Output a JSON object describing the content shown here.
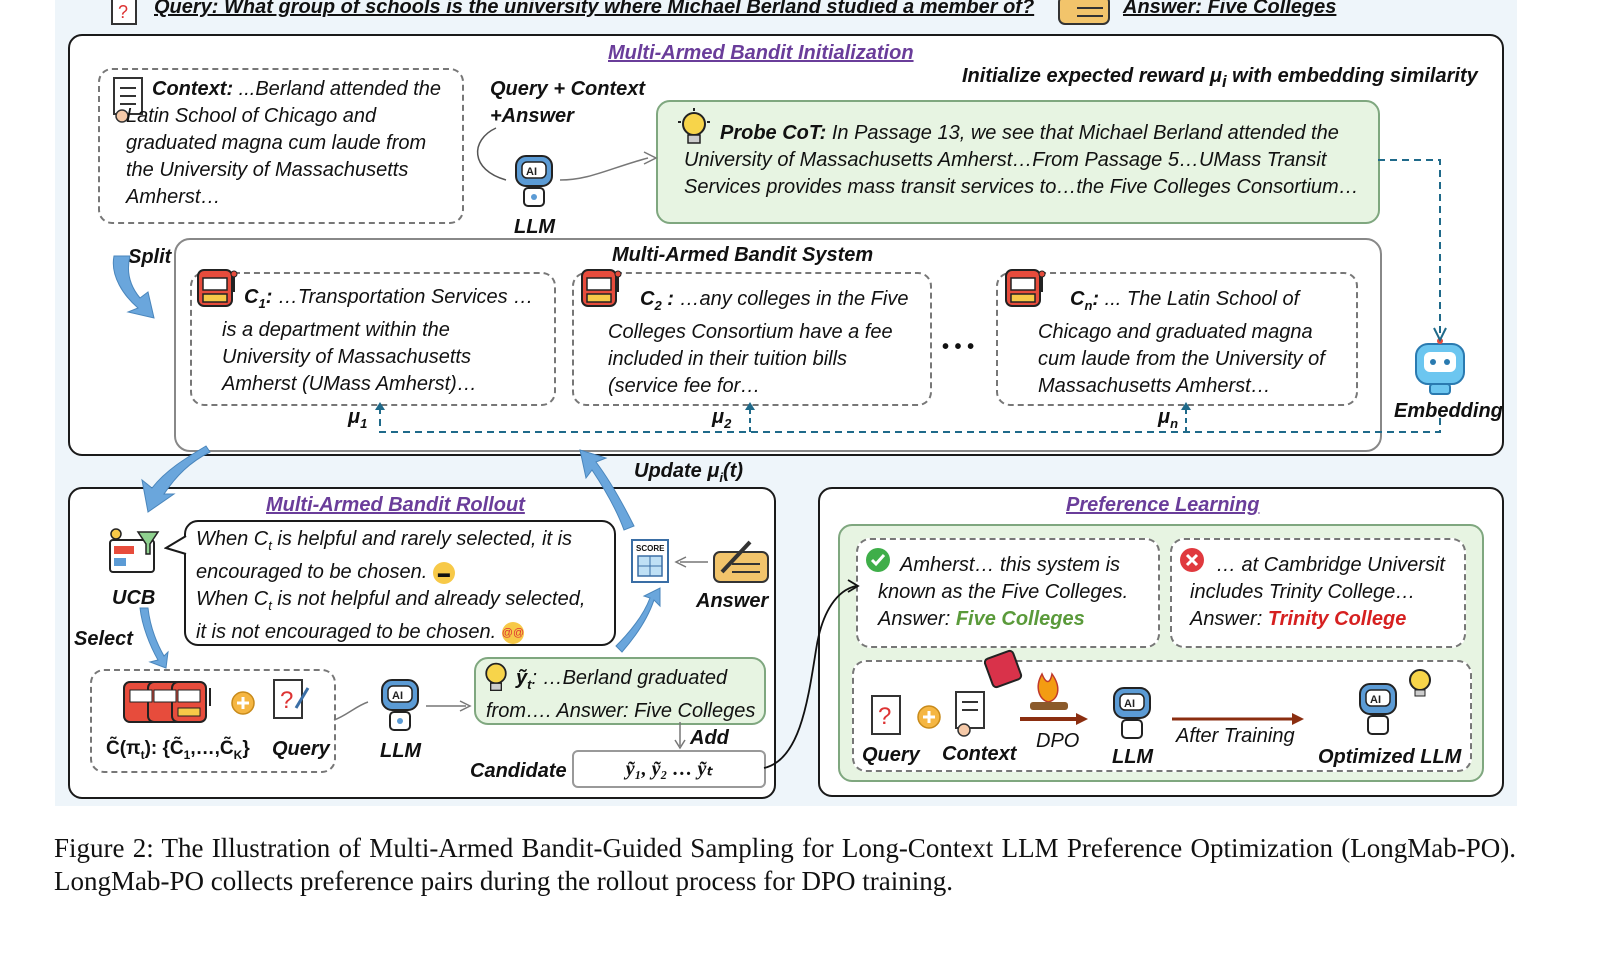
{
  "header": {
    "query_text": "Query: What group of schools is the university where Michael Berland studied a member of?",
    "answer_text": "Answer:  Five Colleges"
  },
  "init": {
    "title": "Multi-Armed Bandit Initialization",
    "context_label": "Context:",
    "context_text": " ...Berland attended the Latin School of Chicago and graduated magna cum laude from the University of Massachusetts Amherst…",
    "query_context_answer": "Query + Context +Answer",
    "llm_label": "LLM",
    "init_reward_text": "Initialize expected reward μ",
    "init_reward_sub": "i",
    "init_reward_rest": " with embedding similarity",
    "probe_label": "Probe CoT:",
    "probe_text": "  In Passage 13, we see that Michael Berland attended the University of Massachusetts Amherst…From Passage 5…UMass Transit Services provides mass transit services to…the Five Colleges Consortium…",
    "split_label": "Split",
    "embedding_label": "Embedding"
  },
  "bandit": {
    "title": "Multi-Armed Bandit System",
    "arms": [
      {
        "label": "C",
        "sub": "1",
        "text": " …Transportation Services … is a department within the University of Massachusetts Amherst (UMass Amherst)…",
        "mu": "μ",
        "mu_sub": "1"
      },
      {
        "label": "C",
        "sub": "2",
        "text": " …any colleges in the Five Colleges Consortium have a fee included in their tuition bills (service fee for…",
        "mu": "μ",
        "mu_sub": "2"
      },
      {
        "label": "C",
        "sub": "n",
        "text": " ... The Latin School of Chicago and graduated magna cum laude from the University of Massachusetts Amherst…",
        "mu": "μ",
        "mu_sub": "n"
      }
    ],
    "ellipsis": "• • •"
  },
  "rollout": {
    "title": "Multi-Armed Bandit Rollout",
    "update_label": "Update μ",
    "update_sub": "i",
    "update_rest": "(t)",
    "ucb_label": "UCB",
    "select_label": "Select",
    "ucb_line1a": "When C",
    "ucb_line1sub": "t",
    "ucb_line1b": " is helpful and rarely selected, it is",
    "ucb_line2": "encouraged to be chosen.",
    "ucb_line3a": "When C",
    "ucb_line3sub": "t",
    "ucb_line3b": " is not helpful and already selected,",
    "ucb_line4": "it is not encouraged to be chosen.",
    "arms_set": "C̃(π",
    "arms_set_sub": "t",
    "arms_set_rest": "): {C̃",
    "arms_set_1": "1",
    "arms_set_mid": ",…,C̃",
    "arms_set_k": "K",
    "arms_set_end": "}",
    "query_label": "Query",
    "llm_label": "LLM",
    "yt_label": "ỹ",
    "yt_sub": "t",
    "yt_text": ": …Berland graduated from…. Answer: Five Colleges",
    "answer_label": "Answer",
    "add_label": "Add",
    "candidate_label": "Candidate",
    "candidate_set": "ỹ₁, ỹ₂ … ỹₜ",
    "score_label": "SCORE"
  },
  "pref": {
    "title": "Preference Learning",
    "chosen_text": "Amherst… this system is known as the Five Colleges.",
    "chosen_answer_label": "Answer: ",
    "chosen_answer": "Five Colleges",
    "rejected_text": "… at Cambridge Universit includes Trinity College…",
    "rejected_answer_label": "Answer: ",
    "rejected_answer": "Trinity College",
    "query_label": "Query",
    "context_label": "Context",
    "dpo_label": "DPO",
    "llm_label": "LLM",
    "after_training": "After Training",
    "optimized_llm": "Optimized LLM"
  },
  "caption": {
    "text": "Figure 2: The Illustration of Multi-Armed Bandit-Guided Sampling for Long-Context LLM Preference Optimization (LongMab-PO). LongMab-PO collects preference pairs during the rollout process for DPO training."
  },
  "colors": {
    "purple_title": "#6a3d9a",
    "green_answer": "#5a9a3a",
    "red_answer": "#d62020",
    "arrow_blue": "#6aa6dc",
    "dash_blue": "#1f6a8a",
    "bg_panel": "#eef5fa"
  }
}
